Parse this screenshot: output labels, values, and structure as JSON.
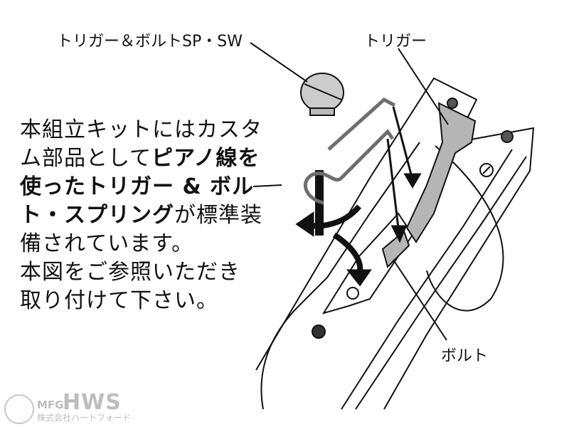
{
  "labels": {
    "spring_callout": "トリガー＆ボルトSP・SW",
    "trigger_callout": "トリガー",
    "bolt_callout": "ボルト"
  },
  "description": {
    "line1": "本組立キットにはカスタ",
    "line2_normal": "ム部品として",
    "line2_bold": "ピアノ線を",
    "line3_bold": "使ったトリガー & ボル",
    "line4_bold": "ト・スプリング",
    "line4_normal": "が標準装",
    "line5": "備されています。",
    "line6": "本図をご参照いただき",
    "line7": "取り付けて下さい。"
  },
  "watermark": {
    "prefix": "MFG",
    "brand": "HWS",
    "company": "株式会社ハートフォード"
  },
  "colors": {
    "line": "#111111",
    "part_fill": "#b5b5b5",
    "spring": "#6e6e6e",
    "watermark": "#bdbdbd"
  }
}
